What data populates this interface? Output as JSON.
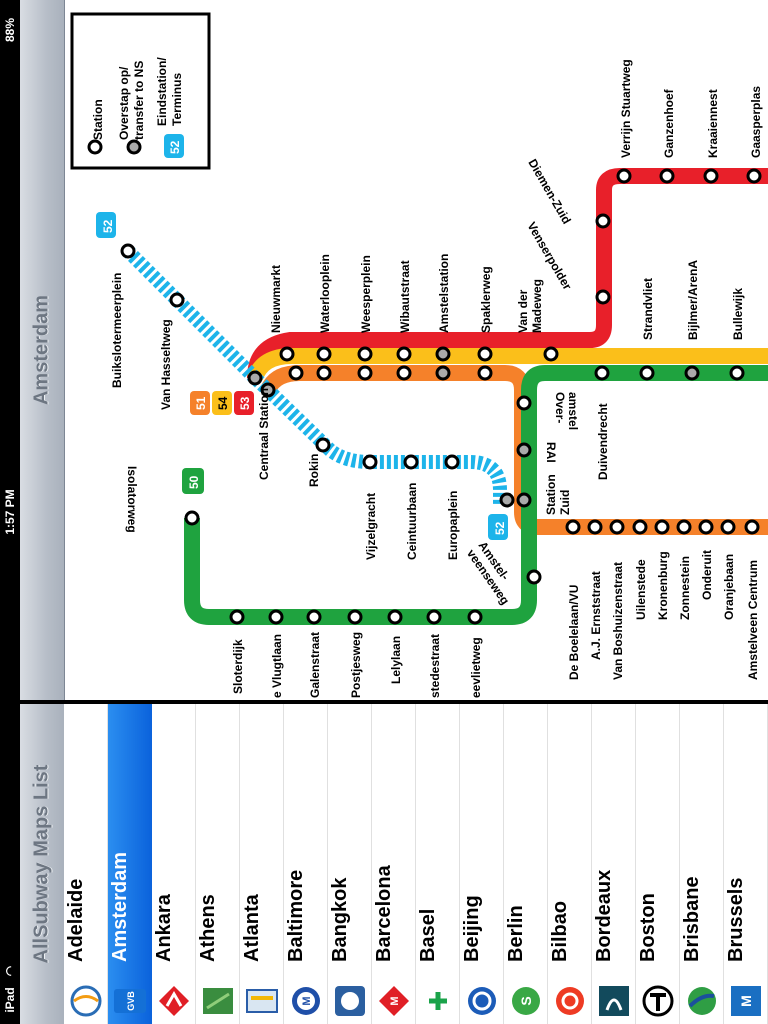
{
  "status_bar": {
    "device": "iPad",
    "wifi": "wifi-icon",
    "time": "1:57 PM",
    "battery": "88%"
  },
  "detail": {
    "title": "Amsterdam"
  },
  "master": {
    "title": "AllSubway Maps List"
  },
  "map": {
    "legend": {
      "station": "Station",
      "transfer": "Overstap op/ transfer to NS",
      "terminus_badge": "52",
      "terminus": "Eindstation/ Terminus"
    },
    "line_badges": {
      "l50": "50",
      "l51": "51",
      "l52": "52",
      "l53": "53",
      "l54": "54"
    },
    "stations": {
      "verrijn_stuartweg": "Verrijn Stuartweg",
      "ganzenhoef": "Ganzenhoef",
      "kraaiennest": "Kraaiennest",
      "gaasperplas": "Gaasperplas",
      "diemen_zuid": "Diemen-Zuid",
      "venserpolder": "Venserpolder",
      "strandvliet": "Strandvliet",
      "bijlmer_arena": "Bijlmer/ArenA",
      "bullewijk": "Bullewijk",
      "buikslotermeerplein": "Buikslotermeerplein",
      "van_hasseltweg": "Van Hasseltweg",
      "nieuwmarkt": "Nieuwmarkt",
      "waterlooplein": "Waterlooplein",
      "weesperplein": "Weesperplein",
      "wibautstraat": "Wibautstraat",
      "amstelstation": "Amstelstation",
      "spaklerweg": "Spaklerweg",
      "van_der_madeweg": "Van der Madeweg",
      "overamstel": "Over- amstel",
      "rai": "RAI",
      "duivendrecht": "Duivendrecht",
      "station_zuid": "Station Zuid",
      "centraal_station": "Centraal Station",
      "rokin": "Rokin",
      "vijzelgracht": "Vijzelgracht",
      "ceintuurbaan": "Ceintuurbaan",
      "europaplein": "Europaplein",
      "isolatorweg": "Isolatorweg",
      "amstelveenseweg": "Amstel- veenseweg",
      "de_boelelaan": "De Boelelaan/VU",
      "aj_ernststraat": "A.J. Ernststraat",
      "van_boshuizenstraat": "Van Boshuizenstraat",
      "uilenstede": "Uilenstede",
      "kronenburg": "Kronenburg",
      "zonnestein": "Zonnestein",
      "onderuit": "Onderuit",
      "oranjebaan": "Oranjebaan",
      "amstelveen_centrum": "Amstelveen Centrum",
      "sloterdijk": "Sloterdijk",
      "jan_v_vlugtlaan": "e Vlugtlaan",
      "postjesweg_gal": "Galenstraat",
      "postjesweg": "Postjesweg",
      "lelylaan": "Lelylaan",
      "stedestraat": "stedestraat",
      "heemstedestraat": "eevlietweg"
    },
    "colors": {
      "red": "#e8202a",
      "yellow": "#fbbf1a",
      "orange": "#f5812a",
      "green": "#1fa33f",
      "blue": "#1db4ea"
    }
  },
  "cities": [
    {
      "name": "Adelaide",
      "logo": "adelaide-metro-logo",
      "selected": false
    },
    {
      "name": "Amsterdam",
      "logo": "gvb-logo",
      "selected": true
    },
    {
      "name": "Ankara",
      "logo": "ankara-metro-logo",
      "selected": false
    },
    {
      "name": "Athens",
      "logo": "athens-metro-logo",
      "selected": false
    },
    {
      "name": "Atlanta",
      "logo": "marta-logo",
      "selected": false
    },
    {
      "name": "Baltimore",
      "logo": "baltimore-metro-logo",
      "selected": false
    },
    {
      "name": "Bangkok",
      "logo": "bangkok-mrt-logo",
      "selected": false
    },
    {
      "name": "Barcelona",
      "logo": "barcelona-metro-logo",
      "selected": false
    },
    {
      "name": "Basel",
      "logo": "tnw-logo",
      "selected": false
    },
    {
      "name": "Beijing",
      "logo": "beijing-subway-logo",
      "selected": false
    },
    {
      "name": "Berlin",
      "logo": "berlin-sbahn-logo",
      "selected": false
    },
    {
      "name": "Bilbao",
      "logo": "bilbao-metro-logo",
      "selected": false
    },
    {
      "name": "Bordeaux",
      "logo": "bordeaux-tram-logo",
      "selected": false
    },
    {
      "name": "Boston",
      "logo": "boston-t-logo",
      "selected": false
    },
    {
      "name": "Brisbane",
      "logo": "brisbane-translink-logo",
      "selected": false
    },
    {
      "name": "Brussels",
      "logo": "brussels-metro-logo",
      "selected": false
    }
  ]
}
